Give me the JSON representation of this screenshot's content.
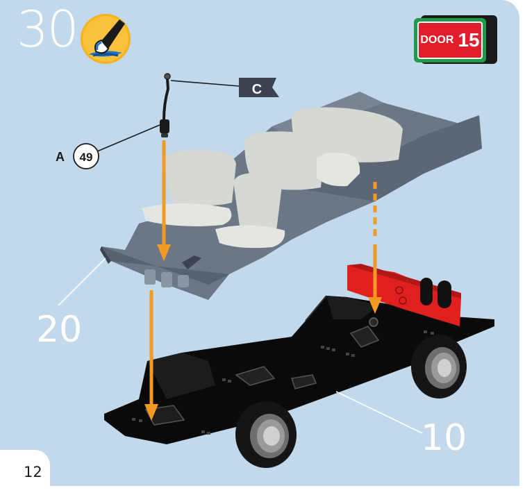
{
  "step": {
    "number": "30"
  },
  "page": {
    "number": "12"
  },
  "icons": {
    "step_tool": "paint-brush-icon"
  },
  "door_badge": {
    "label": "DOOR",
    "number": "15",
    "colors": {
      "border": "#1e9a4a",
      "fill": "#e11d2b",
      "text": "#ffffff"
    }
  },
  "flag": {
    "label": "C"
  },
  "part_ref": {
    "letter": "A",
    "number": "49"
  },
  "callouts": {
    "body": "20",
    "chassis": "10"
  },
  "colors": {
    "background": "#c2d9ec",
    "arrow": "#f29a24",
    "body": "#6b7686",
    "seats": "#d6d8d2",
    "chassis": "#0a0a0a",
    "rear_part": "#e0201e"
  }
}
